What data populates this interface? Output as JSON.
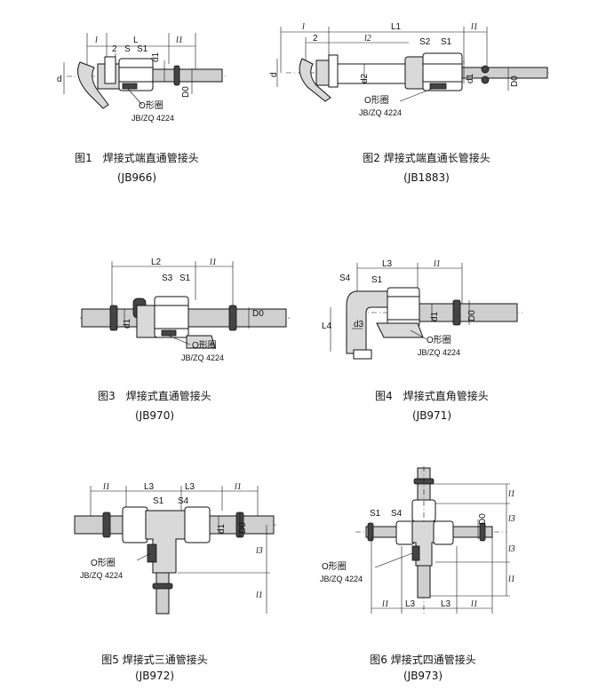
{
  "figures": [
    {
      "caption": "图1　焊接式端直通管接头",
      "standard": "(JB966)",
      "labels": {
        "l": "l",
        "L": "L",
        "l1": "l1",
        "n2": "2",
        "S": "S",
        "S1": "S1",
        "d": "d",
        "d1": "d1",
        "D0": "D0",
        "oring": "O形圈",
        "std": "JB/ZQ 4224"
      }
    },
    {
      "caption": "图2 焊接式端直通长管接头",
      "standard": "(JB1883)",
      "labels": {
        "l": "l",
        "L1": "L1",
        "l1": "l1",
        "n2": "2",
        "l2": "l2",
        "S2": "S2",
        "S1": "S1",
        "d": "d",
        "d2": "d2",
        "d1": "d1",
        "D0": "D0",
        "oring": "O形圈",
        "std": "JB/ZQ 4224"
      }
    },
    {
      "caption": "图3　焊接式直通管接头",
      "standard": "(JB970)",
      "labels": {
        "L2": "L2",
        "l1": "l1",
        "S3": "S3",
        "S1": "S1",
        "d1": "d1",
        "D0": "D0",
        "oring": "O形圈",
        "std": "JB/ZQ 4224"
      }
    },
    {
      "caption": "图4　焊接式直角管接头",
      "standard": "(JB971)",
      "labels": {
        "L3": "L3",
        "l1": "l1",
        "S4": "S4",
        "S1": "S1",
        "L4": "L4",
        "d3": "d3",
        "d1": "d1",
        "D0": "D0",
        "oring": "O形圈",
        "std": "JB/ZQ 4224"
      }
    },
    {
      "caption": "图5 焊接式三通管接头",
      "standard": "(JB972)",
      "labels": {
        "l1": "l1",
        "L3a": "L3",
        "L3b": "L3",
        "l1b": "l1",
        "S1": "S1",
        "S4": "S4",
        "d1": "d1",
        "D0": "D0",
        "l3": "l3",
        "l1v": "l1",
        "oring": "O形圈",
        "std": "JB/ZQ 4224"
      }
    },
    {
      "caption": "图6 焊接式四通管接头",
      "standard": "(JB973)",
      "labels": {
        "S1": "S1",
        "S4": "S4",
        "D0": "D0",
        "l1a": "l1",
        "l3a": "l3",
        "l3b": "l3",
        "l1b": "l1",
        "l1c": "l1",
        "L3a": "L3",
        "L3b": "L3",
        "l1d": "l1",
        "oring": "O形圈",
        "std": "JB/ZQ 4224"
      }
    }
  ]
}
